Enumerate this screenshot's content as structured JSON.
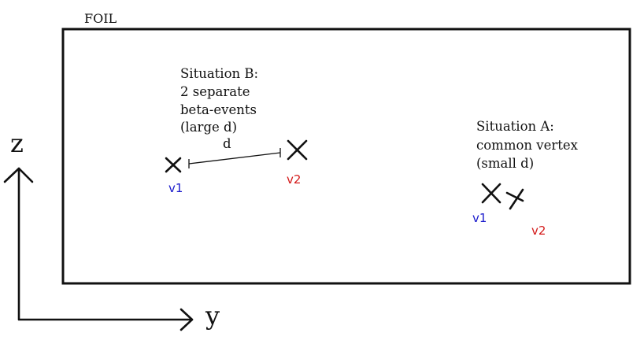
{
  "foil": {
    "label": "FOIL"
  },
  "situation_b": {
    "lines": [
      "Situation B:",
      "2 separate",
      "beta-events",
      "(large d)"
    ],
    "distance_label": "d",
    "v1_label": "v1",
    "v2_label": "v2"
  },
  "situation_a": {
    "lines": [
      "Situation A:",
      "common vertex",
      "(small d)"
    ],
    "v1_label": "v1",
    "v2_label": "v2"
  },
  "axes": {
    "vertical_label": "z",
    "horizontal_label": "y"
  },
  "colors": {
    "ink": "#111111",
    "v1": "#1a1acc",
    "v2": "#d41a1a"
  }
}
